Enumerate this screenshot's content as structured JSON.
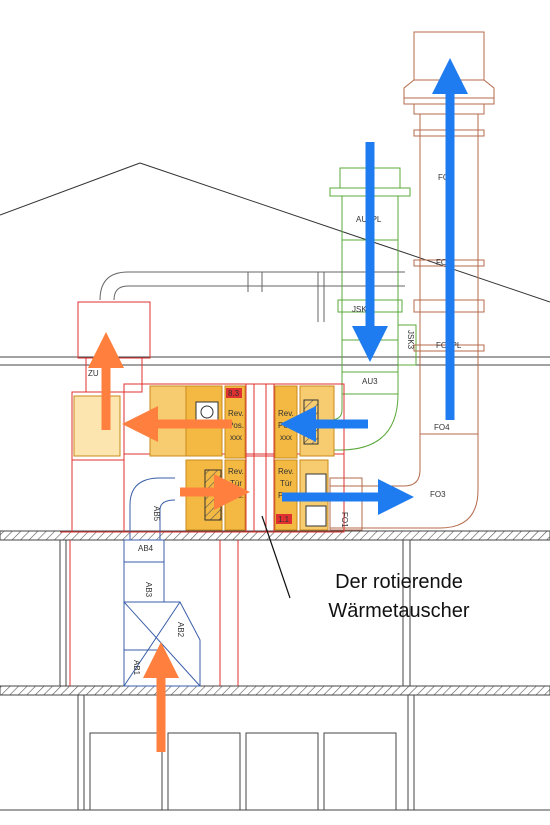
{
  "caption": {
    "line1": "Der rotierende",
    "line2": "Wärmetauscher"
  },
  "labels": {
    "au_pl": "AU_PL",
    "au3": "AU3",
    "jsk": "JSK",
    "jsk3": "JSK3",
    "fo_top": "FO",
    "fo_mid": "FO",
    "fo_pl": "FO_PL",
    "fo4": "FO4",
    "fo3": "FO3",
    "fo1": "FO1",
    "ab1": "AB1",
    "ab2": "AB2",
    "ab3": "AB3",
    "ab4": "AB4",
    "ab5": "AB5",
    "zu": "ZU",
    "rev_left_top": "Rev.",
    "pos_left_top": "Pos.",
    "xxx_left_top": "xxx",
    "rev_right_top": "Rev.",
    "pos_right_top": "Pos.",
    "xxx_right_top": "xxx",
    "rev_left_bot": "Rev.",
    "tur_left_bot": "Tür",
    "pos_left_bot": "Pos.",
    "rev_right_bot": "Rev.",
    "tur_right_bot": "Tür",
    "pos_right_bot": "Pos.",
    "tag_83": "8.3",
    "tag_11": "1.1"
  },
  "colors": {
    "supply_air": "#ff7f3f",
    "outdoor_air": "#1f7cf0",
    "building": "#444444",
    "unit_red": "#e03030",
    "unit_fill": "#f4b942",
    "duct_green": "#5aa83a",
    "duct_brown": "#b5694a",
    "duct_blue": "#3a5ea8"
  }
}
